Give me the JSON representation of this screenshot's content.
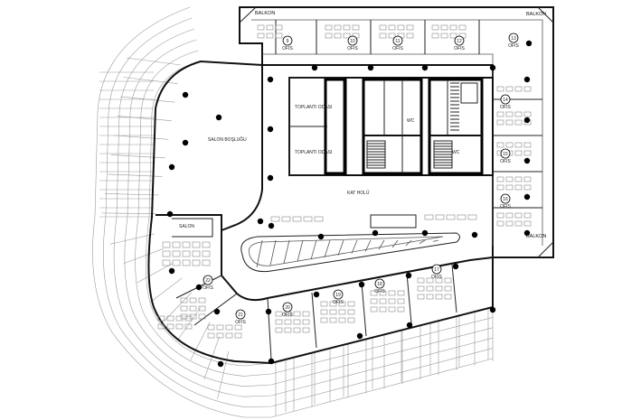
{
  "labels": {
    "office": "OFİS",
    "balcony": "BALKON",
    "floor_hall": "KAT HOLÜ",
    "meeting_room": "TOPLANTI ODASI",
    "hall_label": "SALON",
    "upper_room": "SALON BOŞLUĞU",
    "core_small": "WC"
  },
  "office_numbers": [
    "9",
    "10",
    "11",
    "12",
    "13",
    "14",
    "15",
    "16",
    "17",
    "18",
    "19",
    "20",
    "21",
    "22"
  ]
}
